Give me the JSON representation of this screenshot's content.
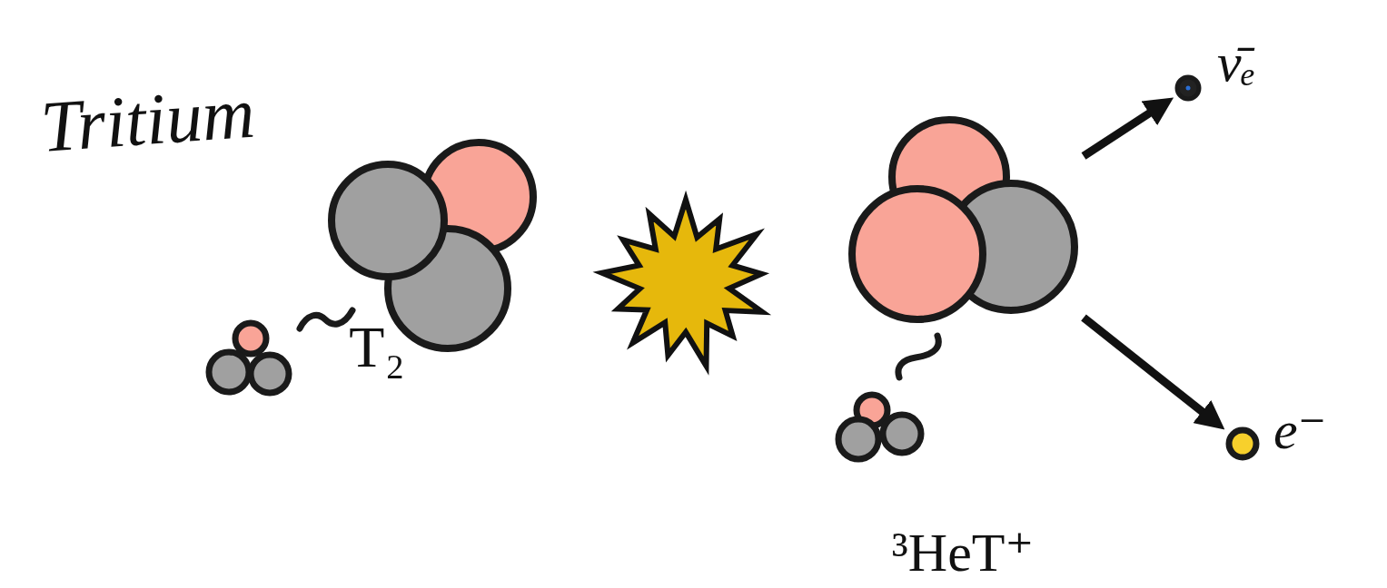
{
  "diagram": {
    "nodes": [
      {
        "text": [
          "T₂"
        ]
      },
      {
        "text": [
          "³HeT⁺"
        ]
      },
      {
        "text": [
          "ν̄ₑ"
        ]
      },
      {
        "text": [
          "e⁻"
        ]
      }
    ],
    "edges": [
      {
        "from": 1,
        "to": 2,
        "arrow": "to"
      },
      {
        "from": 1,
        "to": 3,
        "arrow": "to"
      }
    ],
    "labels": [
      "Tritium"
    ]
  }
}
